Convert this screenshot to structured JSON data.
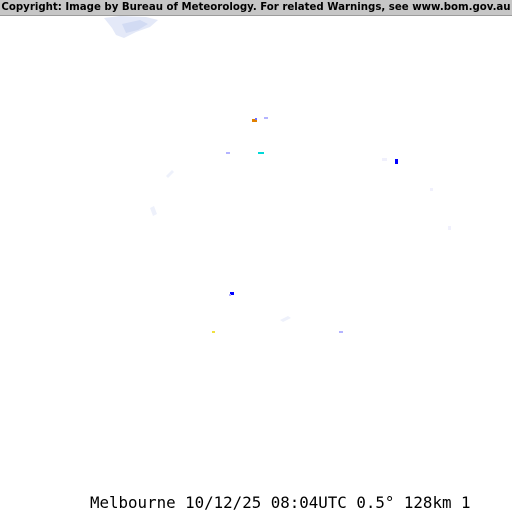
{
  "copyright": "Copyright: Image by Bureau of Meteorology. For related Warnings, see www.bom.gov.au",
  "caption": {
    "location": "Melbourne",
    "date": "10/12/25",
    "time": "08:04UTC",
    "elevation": "0.5°",
    "range": "128km",
    "frame": "1"
  },
  "colors": {
    "bar_background": "#c6c6c6",
    "map_background": "#ffffff",
    "echo_light_blue": "#dde4f6",
    "echo_lavender": "#b4b4ff",
    "echo_cyan": "#00d8d8",
    "echo_blue": "#0000ff",
    "echo_orange": "#e08000",
    "echo_yellow": "#ffff00"
  }
}
